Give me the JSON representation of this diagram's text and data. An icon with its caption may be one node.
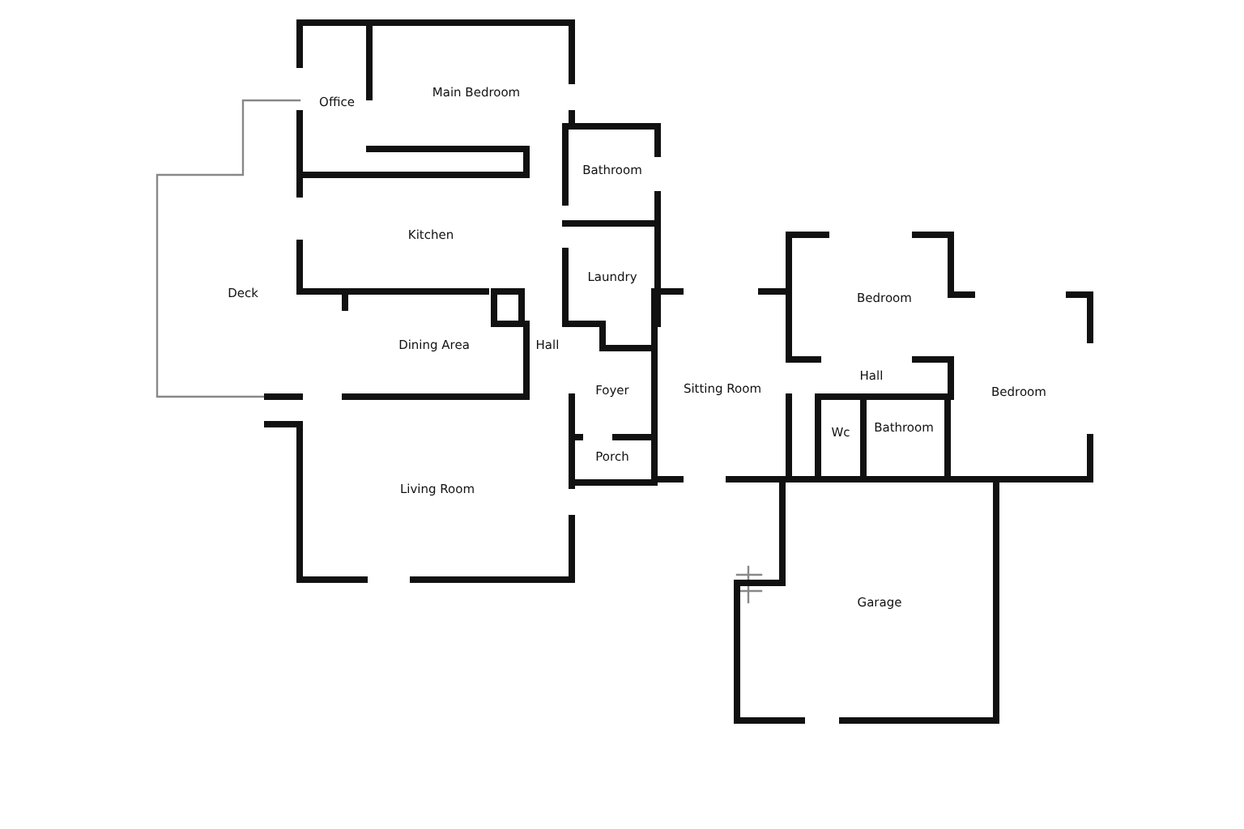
{
  "diagram": {
    "labels": [
      "Main Bedroom",
      "Office",
      "Bathroom",
      "Kitchen",
      "Laundry",
      "Deck",
      "Bedroom",
      "Dining Area",
      "Hall",
      "Hall",
      "Foyer",
      "Sitting Room",
      "Bedroom",
      "Bathroom",
      "Wc",
      "Porch",
      "Living Room",
      "Garage"
    ]
  }
}
